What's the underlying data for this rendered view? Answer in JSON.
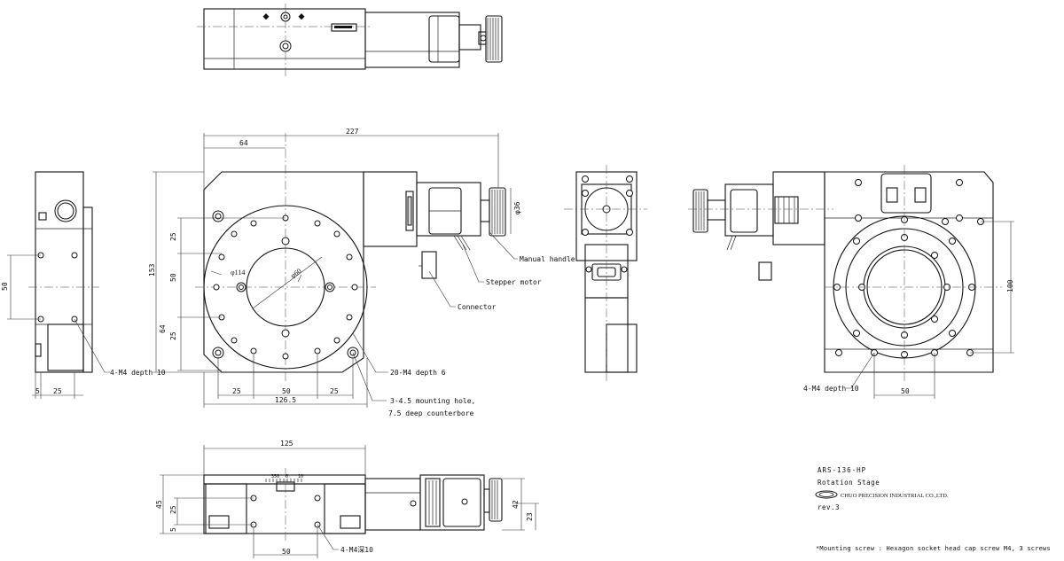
{
  "dimensions": {
    "overall_width": "227",
    "center_offset": "64",
    "motor_dia": "φ36",
    "height_153": "153",
    "dim_25a": "25",
    "dim_50a": "50",
    "dim_64": "64",
    "dim_25b": "25",
    "dim_phi114": "φ114",
    "dim_phi60": "φ60",
    "bottom_25a": "25",
    "bottom_50": "50",
    "bottom_25b": "25",
    "bottom_126": "126.5",
    "left_50": "50",
    "left_5": "5",
    "left_25": "25",
    "right_100": "100",
    "right_50": "50",
    "front_125": "125",
    "front_45": "45",
    "front_25": "25",
    "front_5": "5",
    "front_50": "50",
    "front_42": "42",
    "front_23": "23",
    "scale_350": "350",
    "scale_0": "0",
    "scale_10": "10"
  },
  "callouts": {
    "manual_handle": "Manual handle",
    "stepper_motor": "Stepper motor",
    "connector": "Connector",
    "left_tap": "4-M4 depth 10",
    "top_tap": "20-M4 depth 6",
    "mount_hole_1": "3-4.5 mounting hole,",
    "mount_hole_2": "7.5 deep counterbore",
    "right_tap": "4-M4 depth 10",
    "front_tap": "4-M4深10"
  },
  "title_block": {
    "model": "ARS-136-HP",
    "name": "Rotation Stage",
    "company": "CHUO PRECISION INDUSTRIAL CO.,LTD.",
    "revision": "rev.3",
    "note": "*Mounting screw : Hexagon socket head cap screw M4, 3 screws"
  },
  "logo_text": "CHUO",
  "icons": [
    "chuo-logo-icon"
  ]
}
